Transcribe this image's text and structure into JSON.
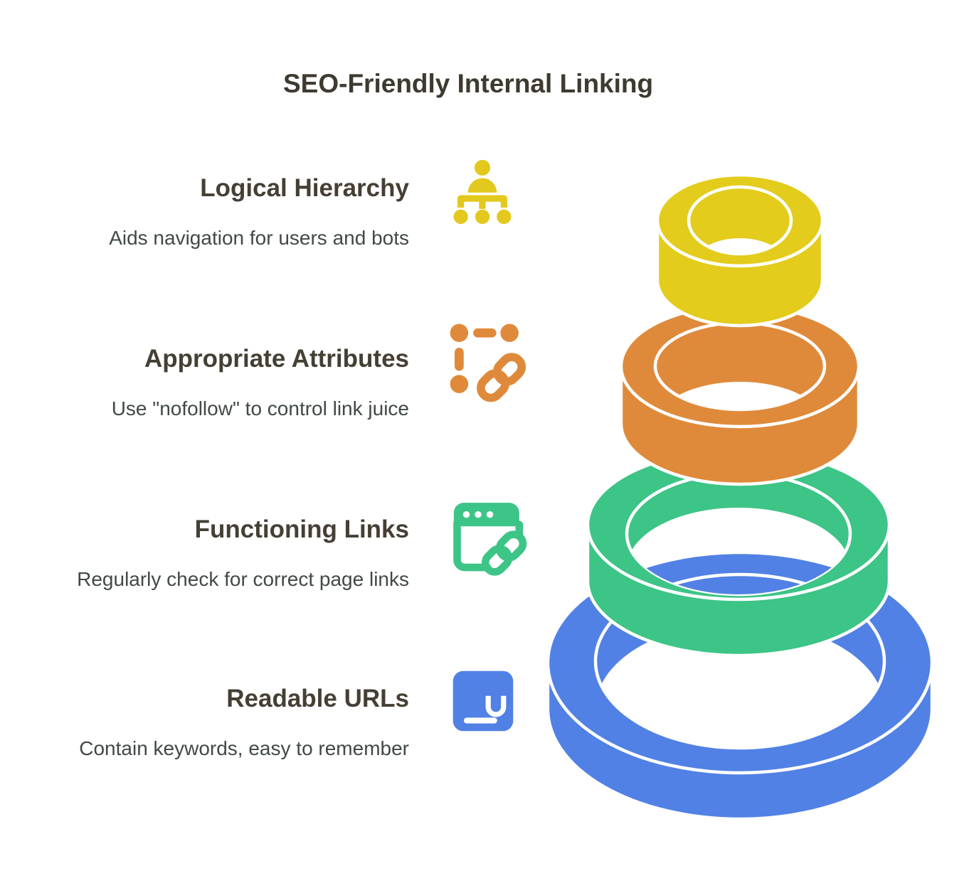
{
  "title": "SEO-Friendly Internal Linking",
  "items": [
    {
      "title": "Logical Hierarchy",
      "description": "Aids navigation for users and bots",
      "color": "#e3c81e",
      "icon": "org-hierarchy-icon"
    },
    {
      "title": "Appropriate Attributes",
      "description": "Use \"nofollow\" to control link juice",
      "color": "#df8a3b",
      "icon": "link-attributes-icon"
    },
    {
      "title": "Functioning Links",
      "description": "Regularly check for correct page links",
      "color": "#3dc487",
      "icon": "browser-link-icon"
    },
    {
      "title": "Readable URLs",
      "description": "Contain keywords, easy to remember",
      "color": "#5181e4",
      "icon": "url-icon"
    }
  ],
  "pyramid": {
    "description": "stack of four 3D rings, widest at bottom",
    "rings": [
      {
        "name": "readable-urls-ring",
        "color": "#5181e4"
      },
      {
        "name": "functioning-links-ring",
        "color": "#3dc487"
      },
      {
        "name": "appropriate-attributes-ring",
        "color": "#df8a3b"
      },
      {
        "name": "logical-hierarchy-ring",
        "color": "#e3cc1c"
      }
    ],
    "outline_color": "#ffffff"
  },
  "text_colors": {
    "title": "#3f3a30",
    "item_title": "#453f34",
    "item_description": "#414946"
  }
}
